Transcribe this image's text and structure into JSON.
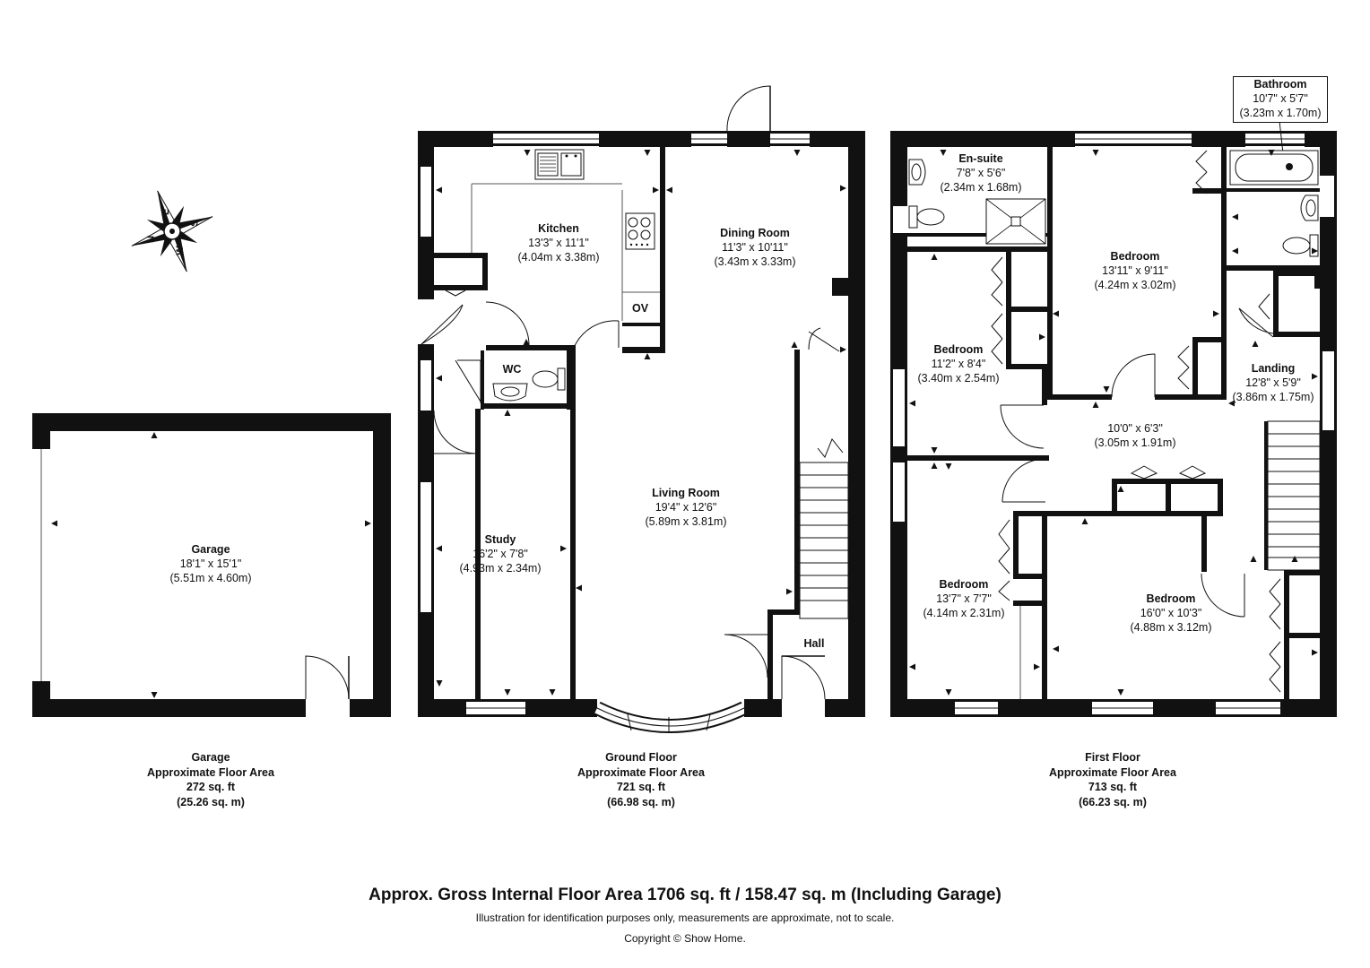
{
  "rooms": {
    "garage": {
      "name": "Garage",
      "imperial": "18'1\" x 15'1\"",
      "metric": "(5.51m x 4.60m)"
    },
    "kitchen": {
      "name": "Kitchen",
      "imperial": "13'3\" x 11'1\"",
      "metric": "(4.04m x 3.38m)"
    },
    "dining": {
      "name": "Dining Room",
      "imperial": "11'3\" x 10'11\"",
      "metric": "(3.43m x 3.33m)"
    },
    "wc": {
      "name": "WC"
    },
    "oven": {
      "name": "OV"
    },
    "living": {
      "name": "Living Room",
      "imperial": "19'4\" x 12'6\"",
      "metric": "(5.89m x 3.81m)"
    },
    "study": {
      "name": "Study",
      "imperial": "16'2\" x 7'8\"",
      "metric": "(4.93m x 2.34m)"
    },
    "hall": {
      "name": "Hall"
    },
    "ensuite": {
      "name": "En-suite",
      "imperial": "7'8\" x 5'6\"",
      "metric": "(2.34m x 1.68m)"
    },
    "bathroom": {
      "name": "Bathroom",
      "imperial": "10'7\" x 5'7\"",
      "metric": "(3.23m x 1.70m)"
    },
    "bedroom1": {
      "name": "Bedroom",
      "imperial": "13'11\" x 9'11\"",
      "metric": "(4.24m x 3.02m)"
    },
    "bedroom2": {
      "name": "Bedroom",
      "imperial": "11'2\" x 8'4\"",
      "metric": "(3.40m x 2.54m)"
    },
    "landing": {
      "name": "Landing",
      "imperial": "12'8\" x 5'9\"",
      "metric": "(3.86m x 1.75m)"
    },
    "landing_ext": {
      "imperial": "10'0\" x 6'3\"",
      "metric": "(3.05m x 1.91m)"
    },
    "bedroom3": {
      "name": "Bedroom",
      "imperial": "13'7\" x 7'7\"",
      "metric": "(4.14m x 2.31m)"
    },
    "bedroom4": {
      "name": "Bedroom",
      "imperial": "16'0\" x 10'3\"",
      "metric": "(4.88m x 3.12m)"
    }
  },
  "floors": {
    "garage": {
      "name": "Garage",
      "caption": "Approximate Floor Area",
      "sqft": "272 sq. ft",
      "sqm": "(25.26 sq. m)"
    },
    "ground": {
      "name": "Ground Floor",
      "caption": "Approximate Floor Area",
      "sqft": "721 sq. ft",
      "sqm": "(66.98 sq. m)"
    },
    "first": {
      "name": "First Floor",
      "caption": "Approximate Floor Area",
      "sqft": "713 sq. ft",
      "sqm": "(66.23 sq. m)"
    }
  },
  "compass": {
    "n": "N",
    "e": "E",
    "s": "S",
    "w": "W"
  },
  "footer": {
    "title": "Approx. Gross Internal Floor Area 1706 sq. ft / 158.47 sq. m (Including Garage)",
    "disclaimer": "Illustration for identification purposes only, measurements are approximate, not to scale.",
    "copyright": "Copyright © Show Home."
  },
  "colors": {
    "wall": "#111111",
    "line": "#555555",
    "background": "#ffffff"
  }
}
